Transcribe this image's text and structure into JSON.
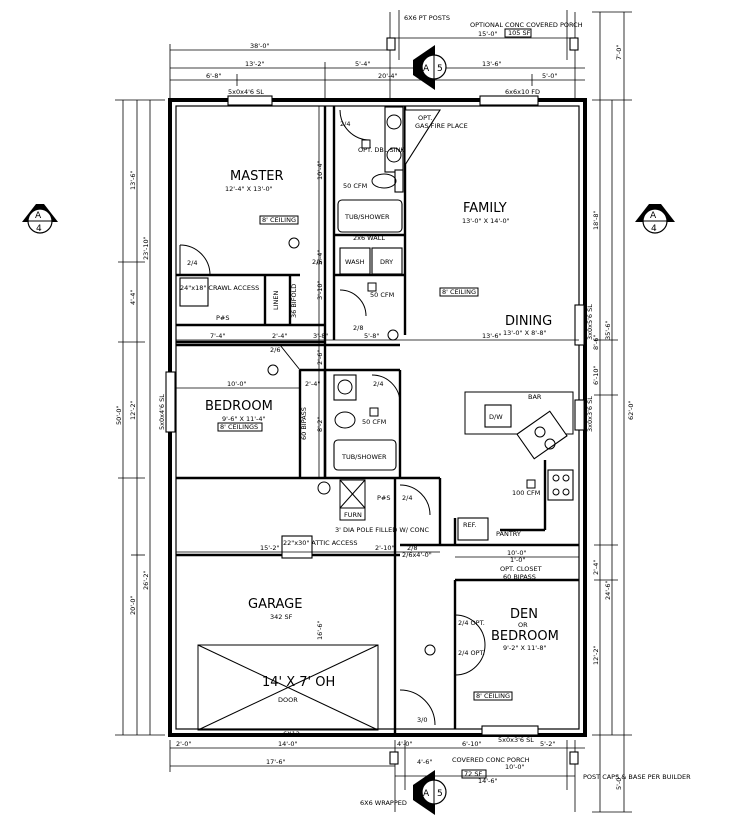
{
  "sections": {
    "a4_letter": "A",
    "a4_number": "4",
    "a5_letter": "A",
    "a5_number": "5"
  },
  "top_labels": {
    "posts": "6X6 PT POSTS",
    "porch": "OPTIONAL CONC COVERED PORCH",
    "porch_area": "105 SF"
  },
  "rooms": {
    "master": {
      "name": "MASTER",
      "size": "12'-4\" X 13'-0\"",
      "ceiling": "8' CEILING"
    },
    "family": {
      "name": "FAMILY",
      "size": "13'-0\" X 14'-0\"",
      "ceiling": "8' CEILING"
    },
    "dining": {
      "name": "DINING",
      "size": "13'-0\" X 8'-8\""
    },
    "bedroom": {
      "name": "BEDROOM",
      "size": "9'-6\" X 11'-4\"",
      "ceiling": "8' CEILINGS"
    },
    "garage": {
      "name": "GARAGE",
      "area": "342 SF"
    },
    "den": {
      "name": "DEN",
      "or": "OR",
      "alt": "BEDROOM",
      "size": "9'-2\" X 11'-8\"",
      "ceiling": "8' CEILING"
    }
  },
  "labels": {
    "window_master": "5x0x4'6 SL",
    "window_family": "6x6x10 FD",
    "opt": "OPT.",
    "gas_fireplace": "GAS FIRE PLACE",
    "ddl_sink": "OPT. DBL SINK",
    "cfm_50": "50 CFM",
    "cfm_100": "100 CFM",
    "tub_shower": "TUB/SHOWER",
    "wall_2x6": "2x6 WALL",
    "wash": "WASH",
    "dry": "DRY",
    "crawl": "24\"x18\" CRAWL ACCESS",
    "linen": "LINEN",
    "bifold_36": "36 BIFOLD",
    "pws": "P#S",
    "bar": "BAR",
    "dw": "D/W",
    "ref": "REF.",
    "pantry": "PANTRY",
    "furn": "FURN",
    "attic": "22\"x30\" ATTIC ACCESS",
    "pole": "3' DIA POLE FILLED W/ CONC",
    "opt_closet": "OPT. CLOSET",
    "bipass": "60 BIPASS",
    "bipass_bed": "60 BIPASS",
    "door_oh": "14' X 7' OH",
    "door": "DOOR",
    "window_den": "5x0x3'6 SL",
    "window_bed": "5x0x4'6 SL",
    "window_side": "3x0x5'6 SL",
    "window_kit": "3x0x3'6 SL",
    "covered_porch": "COVERED CONC PORCH",
    "porch_sf": "72 SF",
    "post_caps": "POST CAPS & BASE PER BUILDER",
    "wrapped": "6X6 WRAPPED",
    "header": "6X12",
    "d24": "2/4",
    "d26": "2/6",
    "d28": "2/8",
    "d30": "3/0",
    "d24opt": "2/4 OPT.",
    "d28b": "2/8",
    "d24c": "2/4",
    "furn_dim": "2/6x4'-0\"",
    "pf": "P#S"
  },
  "dims_top": [
    "38'-0\"",
    "15'-0\"",
    "13'-2\"",
    "5'-4\"",
    "13'-6\"",
    "6'-8\"",
    "20'-4\"",
    "5'-0\""
  ],
  "dims_bottom": [
    "2'-0\"",
    "14'-0\"",
    "4'-0\"",
    "6'-10\"",
    "5'-2\"",
    "17'-6\"",
    "4'-6\"",
    "10'-0\"",
    "14'-6\""
  ],
  "dims_interior": [
    "7'-4\"",
    "2'-4\"",
    "3'-8\"",
    "5'-8\"",
    "13'-6\"",
    "10'-0\"",
    "2'-4\"",
    "15'-2\"",
    "2'-10\"",
    "10'-0\"",
    "1'-0\""
  ],
  "dims_left": [
    "13'-6\"",
    "23'-10\"",
    "4'-4\"",
    "12'-2\"",
    "50'-0\"",
    "26'-2\"",
    "20'-0\""
  ],
  "dims_right": [
    "7'-0\"",
    "18'-8\"",
    "62'-0\"",
    "8'-6\"",
    "6'-10\"",
    "35'-6\"",
    "24'-6\"",
    "2'-4\"",
    "12'-2\"",
    "5'-0\""
  ],
  "dims_mid": [
    "10'-4\"",
    "5'-4\"",
    "3'-10\"",
    "2'-6\"",
    "8'-2\"",
    "16'-6\"",
    "2'-4\"",
    "3'-8\""
  ]
}
